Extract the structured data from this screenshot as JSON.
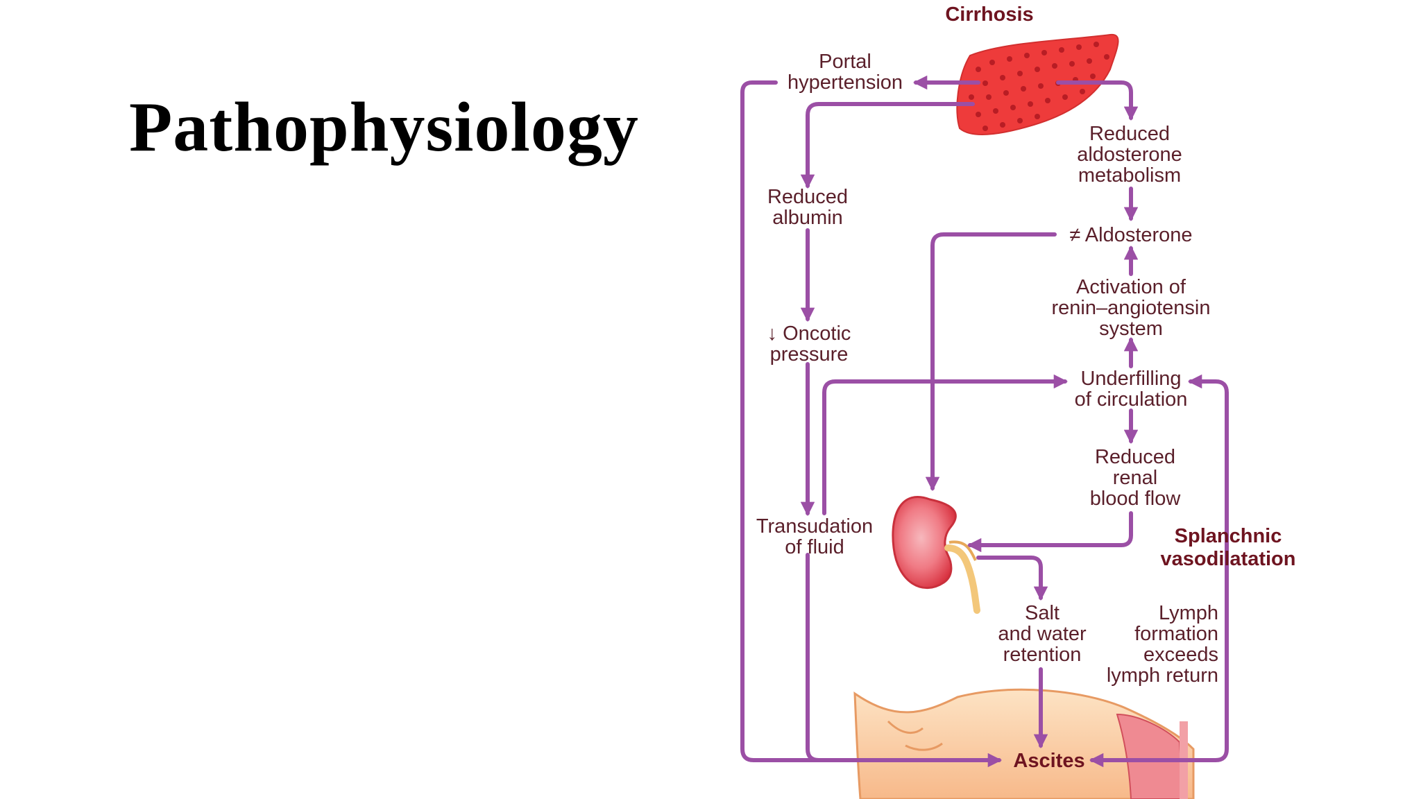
{
  "slide": {
    "title": "Pathophysiology"
  },
  "diagram": {
    "colors": {
      "arrow": "#9b4fa5",
      "label": "#5a1f2a",
      "liver": "#ee3b3b",
      "kidney": "#e44a55",
      "abdomen_skin": "#fbd2a8"
    },
    "icons": [
      "liver-icon",
      "kidney-icon",
      "abdomen-icon"
    ],
    "nodes": {
      "cirrhosis": [
        "Cirrhosis"
      ],
      "portal_hypertension": [
        "Portal",
        "hypertension"
      ],
      "reduced_aldosterone_metabolism": [
        "Reduced",
        "aldosterone",
        "metabolism"
      ],
      "reduced_albumin": [
        "Reduced",
        "albumin"
      ],
      "aldosterone": [
        "≠ Aldosterone"
      ],
      "activation_ras": [
        "Activation of",
        "renin–angiotensin",
        "system"
      ],
      "oncotic_pressure": [
        "↓ Oncotic",
        "pressure"
      ],
      "underfilling": [
        "Underfilling",
        "of circulation"
      ],
      "reduced_renal_flow": [
        "Reduced",
        "renal",
        "blood flow"
      ],
      "transudation": [
        "Transudation",
        "of fluid"
      ],
      "splanchnic": [
        "Splanchnic",
        "vasodilatation"
      ],
      "salt_water": [
        "Salt",
        "and water",
        "retention"
      ],
      "lymph": [
        "Lymph",
        "formation",
        "exceeds",
        "lymph return"
      ],
      "ascites": [
        "Ascites"
      ]
    }
  }
}
